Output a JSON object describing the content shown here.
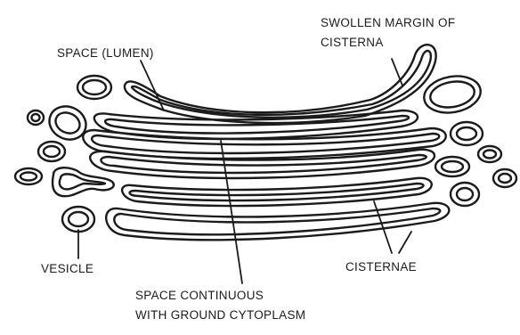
{
  "labels": {
    "swollen_margin_line1": "SWOLLEN MARGIN OF",
    "swollen_margin_line2": "CISTERNA",
    "space_lumen": "SPACE (LUMEN)",
    "vesicle": "VESICLE",
    "cisternae": "CISTERNAE",
    "space_continuous_line1": "SPACE CONTINUOUS",
    "space_continuous_line2": "WITH GROUND CYTOPLASM"
  },
  "colors": {
    "ink": "#1b1b1b",
    "background": "#ffffff"
  }
}
